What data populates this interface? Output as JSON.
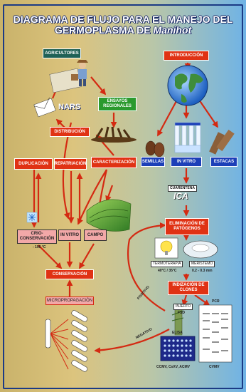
{
  "title": {
    "line1": "DIAGRAMA DE FLUJO PARA EL MANEJO DEL",
    "line2_prefix": "GERMOPLASMA DE ",
    "line2_italic": "Manihot"
  },
  "boxes": {
    "agricultores": "AGRICULTORES",
    "introduccion": "INTRODUCCIÓN",
    "ensayos": "ENSAYOS REGIONALES",
    "nars": "NARS",
    "distribucion": "DISTRIBUCIÓN",
    "duplicacion": "DUPLICACIÓN",
    "repatriacion": "REPATRIACIÓN",
    "caracterizacion": "CARACTERIZACIÓN",
    "semillas": "SEMILLAS",
    "invitro_top": "IN VITRO",
    "estacas": "ESTACAS",
    "cuarentena": "CUARENTENA",
    "ica": "ICA",
    "eliminacion": "ELIMINACIÓN DE PATÓGENOS",
    "crio": "CRIO-CONSERVACIÓN",
    "invitro_mid": "IN VITRO",
    "campo": "CAMPO",
    "temp_crio": "- 196 °C",
    "conservacion": "CONSERVACIÓN",
    "termoterapia": "TERMOTERAPIA",
    "meristemo": "MERISTEMO",
    "temp_termo": "40°C / 35°C",
    "size_meristemo": "0.2 - 0.3 mm",
    "indizacion": "INDIZACIÓN DE CLONES",
    "injerto": "INJERTO",
    "fsd": "FSD",
    "pcr": "PCR",
    "micropropagacion": "MICROPROPAGACIÓN",
    "positivo": "POSITIVO",
    "negativo": "NEGATIVO",
    "elisa": "ELISA",
    "cvmv": "CVMV",
    "ccmv": "CCMV, CsXV, ACMV"
  },
  "colors": {
    "red": "#e03214",
    "green": "#2b9a2e",
    "dark": "#1f6156",
    "blue": "#1c3fb8",
    "pink": "#f2a8a8",
    "arrow": "#d42a12"
  }
}
